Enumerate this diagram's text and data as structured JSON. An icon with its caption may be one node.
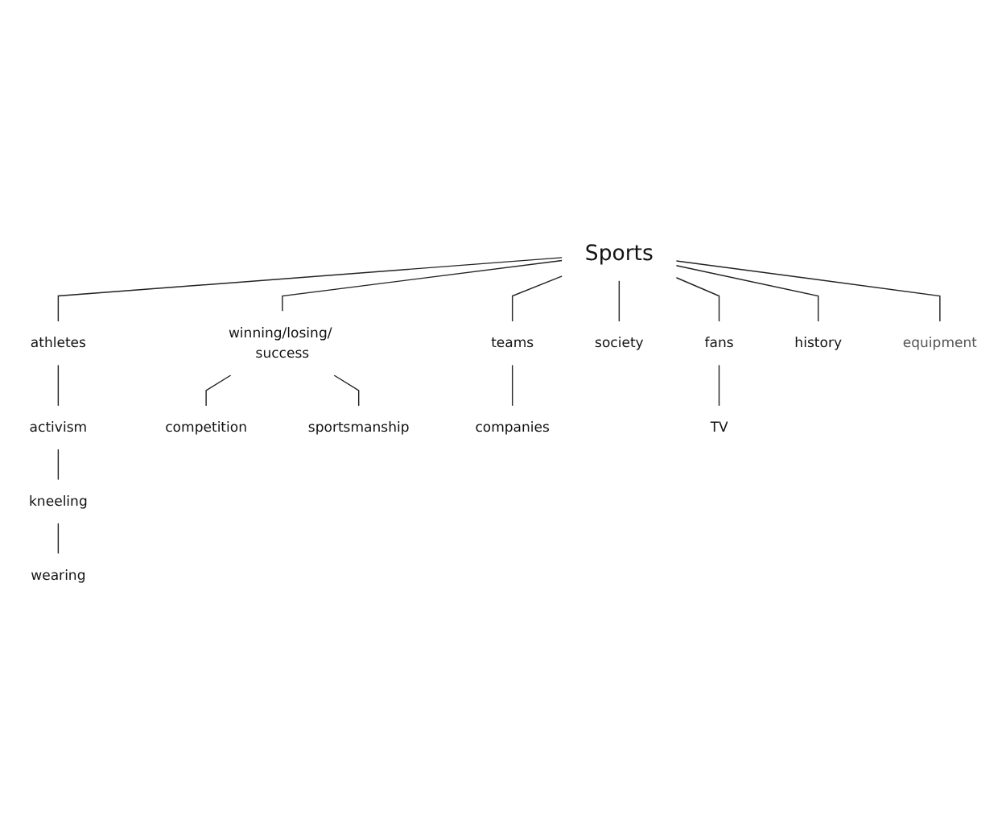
{
  "diagram": {
    "nodes": [
      {
        "text": [
          "Sports"
        ]
      },
      {
        "text": [
          "athletes"
        ]
      },
      {
        "text": [
          "activism"
        ]
      },
      {
        "text": [
          "kneeling"
        ]
      },
      {
        "text": [
          "wearing"
        ]
      },
      {
        "text": [
          "competition"
        ]
      },
      {
        "text": [
          "winning/losing/ success"
        ]
      },
      {
        "text": [
          "sportsmanship"
        ]
      },
      {
        "text": [
          "teams"
        ]
      },
      {
        "text": [
          "companies"
        ]
      },
      {
        "text": [
          "society"
        ]
      },
      {
        "text": [
          "fans"
        ]
      },
      {
        "text": [
          "TV"
        ]
      },
      {
        "text": [
          "history"
        ]
      },
      {
        "text": [
          "equipment"
        ]
      }
    ],
    "edges": [
      {
        "from": 0,
        "to": 1,
        "arrow": "none"
      },
      {
        "from": 1,
        "to": 2,
        "arrow": "none"
      },
      {
        "from": 2,
        "to": 3,
        "arrow": "none"
      },
      {
        "from": 3,
        "to": 4,
        "arrow": "none"
      },
      {
        "from": 0,
        "to": 6,
        "arrow": "none"
      },
      {
        "from": 6,
        "to": 5,
        "arrow": "none"
      },
      {
        "from": 6,
        "to": 7,
        "arrow": "none"
      },
      {
        "from": 0,
        "to": 8,
        "arrow": "none"
      },
      {
        "from": 8,
        "to": 9,
        "arrow": "none"
      },
      {
        "from": 0,
        "to": 10,
        "arrow": "none"
      },
      {
        "from": 0,
        "to": 11,
        "arrow": "none"
      },
      {
        "from": 11,
        "to": 12,
        "arrow": "none"
      },
      {
        "from": 0,
        "to": 13,
        "arrow": "none"
      },
      {
        "from": 0,
        "to": 14,
        "arrow": "none"
      }
    ]
  }
}
